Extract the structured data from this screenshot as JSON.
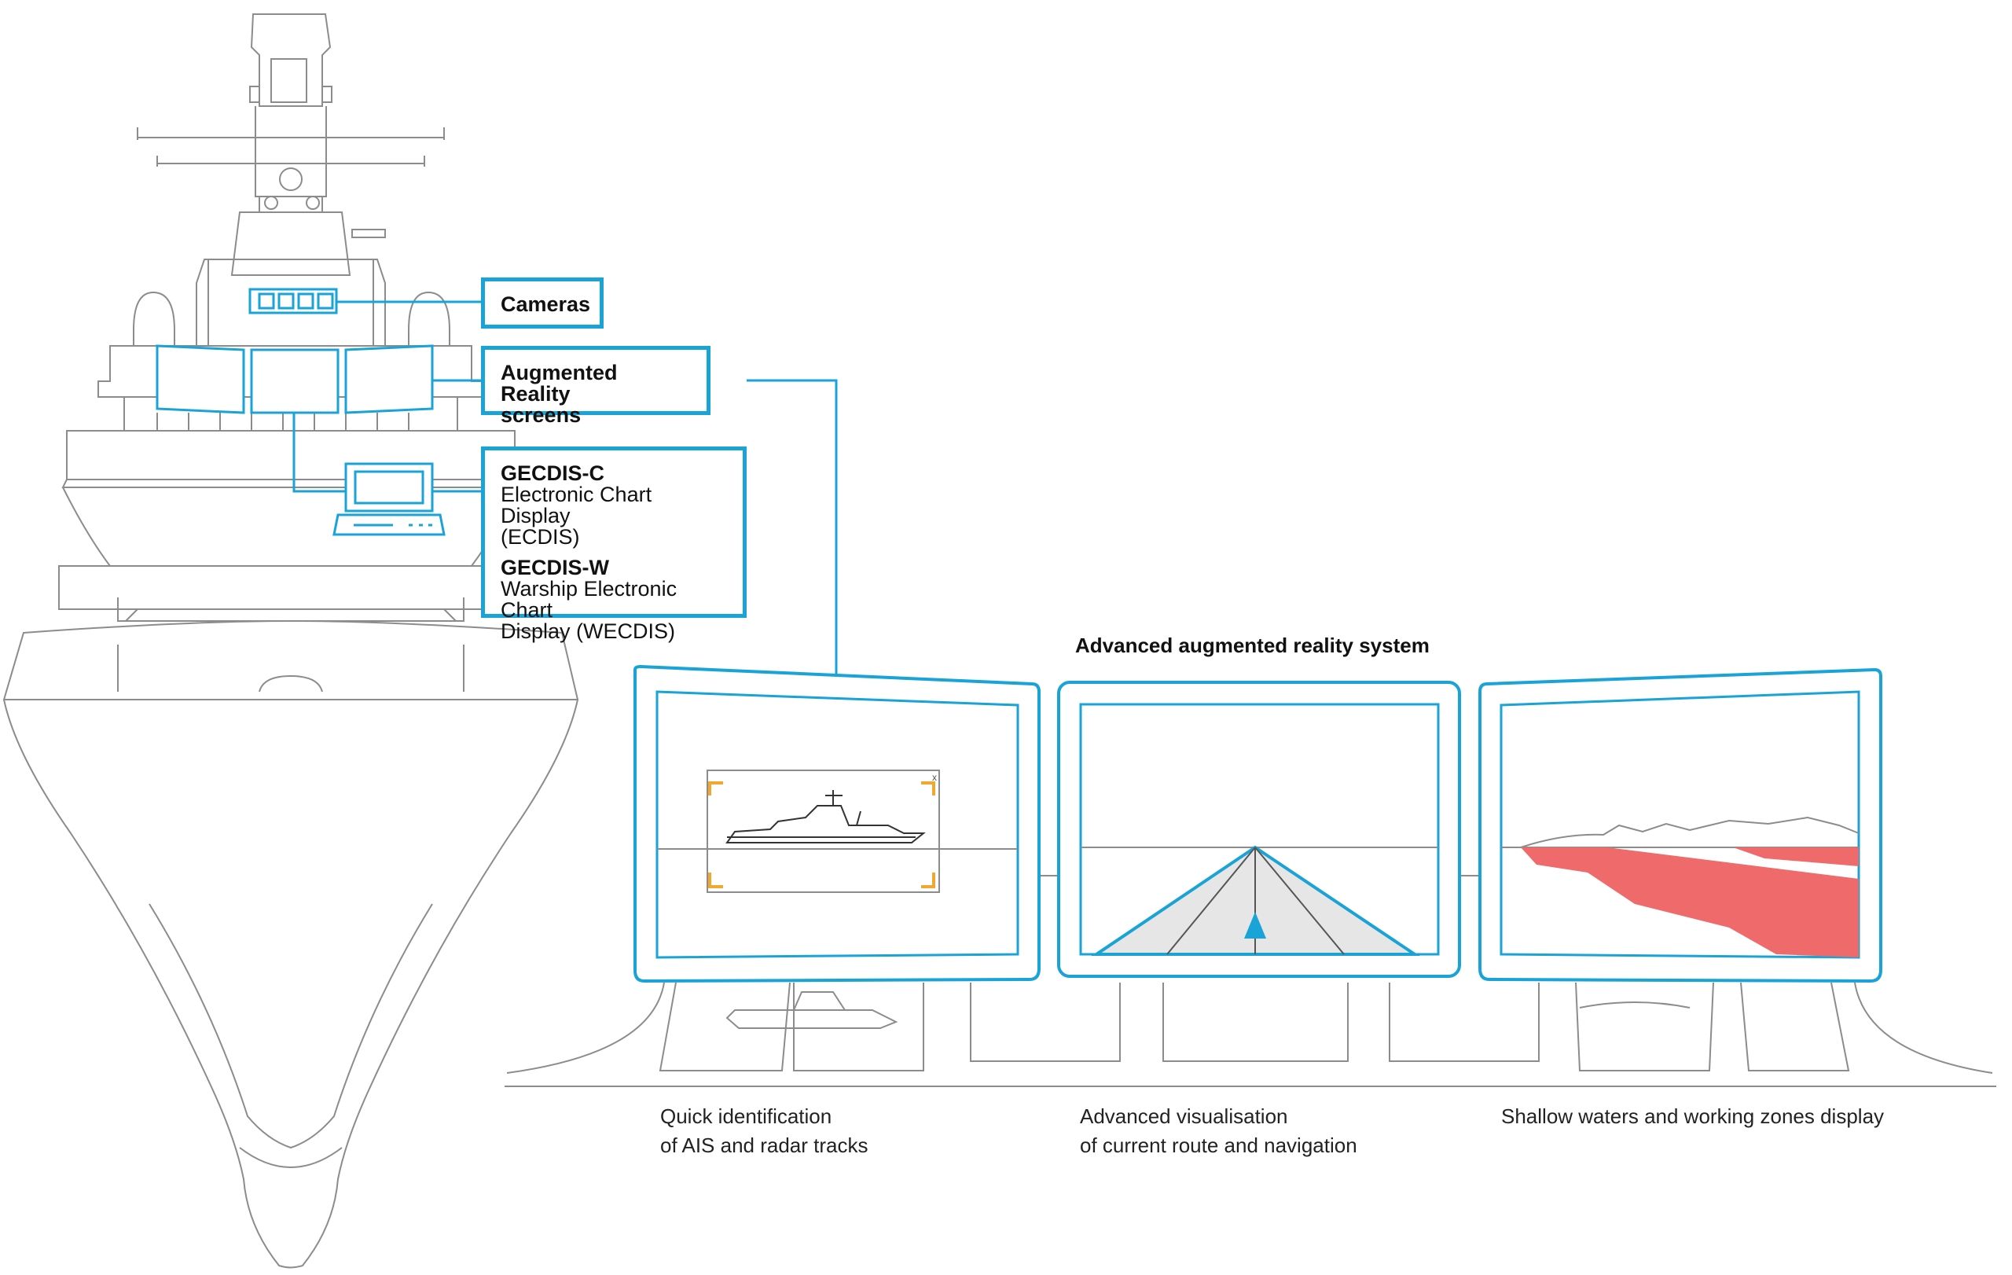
{
  "labels": {
    "cameras": "Cameras",
    "ar_screens": "Augmented Reality\nscreens",
    "gecdis_c_title": "GECDIS-C",
    "gecdis_c_desc": "Electronic Chart Display\n(ECDIS)",
    "gecdis_w_title": "GECDIS-W",
    "gecdis_w_desc": "Warship Electronic Chart\nDisplay (WECDIS)"
  },
  "system_title": "Advanced augmented reality system",
  "captions": [
    "Quick identification\nof AIS and radar tracks",
    "Advanced visualisation\nof current route and navigation",
    "Shallow waters and working zones display"
  ],
  "icons": [
    "ship-outline-icon",
    "camera-bar-icon",
    "monitor-icon",
    "computer-terminal-icon",
    "target-vessel-icon",
    "route-arrow-icon"
  ],
  "colors": {
    "accent": "#1aa3d6",
    "shallow": "#ef6a6a",
    "corner": "#f0a92e",
    "route_fill": "#e6e6e6",
    "outline": "#8c8c8c"
  }
}
